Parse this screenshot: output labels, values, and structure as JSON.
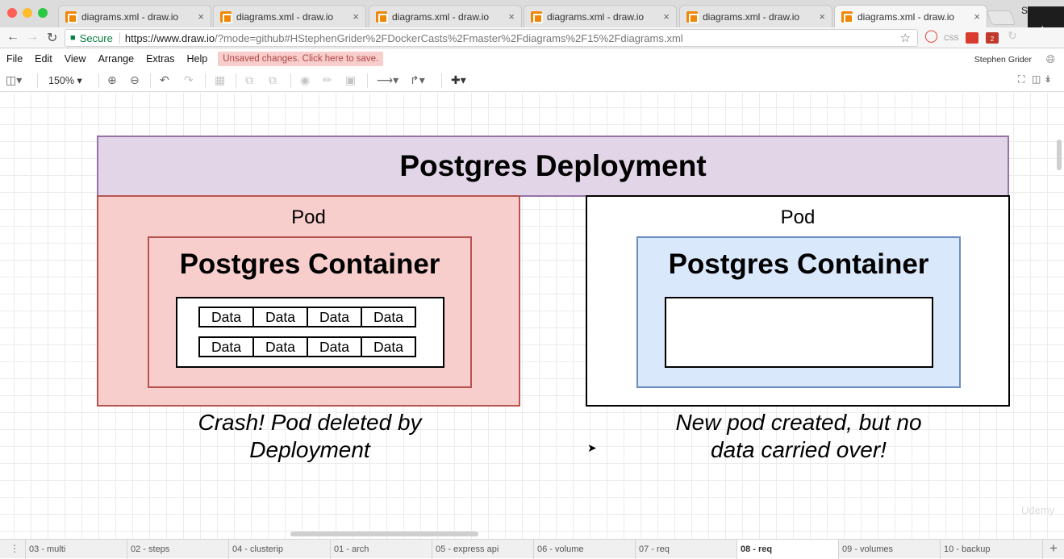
{
  "browser": {
    "tabs": [
      {
        "title": "diagrams.xml - draw.io",
        "active": false
      },
      {
        "title": "diagrams.xml - draw.io",
        "active": false
      },
      {
        "title": "diagrams.xml - draw.io",
        "active": false
      },
      {
        "title": "diagrams.xml - draw.io",
        "active": false
      },
      {
        "title": "diagrams.xml - draw.io",
        "active": false
      },
      {
        "title": "diagrams.xml - draw.io",
        "active": true
      }
    ],
    "tab_close_glyph": "×",
    "profile_letter": "S",
    "secure_label": "Secure",
    "url_host": "https://www.draw.io",
    "url_rest": "/?mode=github#HStephenGrider%2FDockerCasts%2Fmaster%2Fdiagrams%2F15%2Fdiagrams.xml",
    "ext_css_label": "CSS",
    "ext_badge": "2"
  },
  "menubar": {
    "items": [
      "File",
      "Edit",
      "View",
      "Arrange",
      "Extras",
      "Help"
    ],
    "unsaved_notice": "Unsaved changes. Click here to save.",
    "user_name": "Stephen Grider"
  },
  "toolbar": {
    "zoom": "150%"
  },
  "diagram": {
    "deployment_title": "Postgres Deployment",
    "left_pod": {
      "label": "Pod",
      "container_label": "Postgres Container",
      "data_rows": [
        [
          "Data",
          "Data",
          "Data",
          "Data"
        ],
        [
          "Data",
          "Data",
          "Data",
          "Data"
        ]
      ],
      "caption_line1": "Crash! Pod deleted by",
      "caption_line2": "Deployment"
    },
    "right_pod": {
      "label": "Pod",
      "container_label": "Postgres Container",
      "caption_line1": "New pod created, but no",
      "caption_line2": "data carried over!"
    },
    "colors": {
      "deployment_fill": "#e1d5e7",
      "deployment_stroke": "#9673a6",
      "crashed_fill": "#f8cecc",
      "crashed_stroke": "#b85450",
      "new_container_fill": "#dae8fc",
      "new_container_stroke": "#6c8ebf",
      "unsaved_bg": "#f8cecc"
    }
  },
  "watermark": "Udemy",
  "page_tabs": {
    "items": [
      "03 - multi",
      "02 - steps",
      "04 - clusterip",
      "01 - arch",
      "05 - express api",
      "06 - volume",
      "07 - req",
      "08 - req",
      "09 - volumes",
      "10 - backup"
    ],
    "active_index": 7
  },
  "icons": {
    "back": "arrow-left-icon",
    "forward": "arrow-right-icon",
    "reload": "reload-icon",
    "bookmark": "star-icon",
    "format_panel": "format-panel-icon",
    "zoom_in": "zoom-in-icon",
    "zoom_out": "zoom-out-icon",
    "undo": "undo-icon",
    "redo": "redo-icon",
    "delete": "trash-icon",
    "to_front": "to-front-icon",
    "to_back": "to-back-icon",
    "fill": "fill-color-icon",
    "line": "line-color-icon",
    "shadow": "shadow-icon",
    "connection": "connection-arrow-icon",
    "waypoints": "waypoints-icon",
    "insert": "plus-icon",
    "fullscreen": "fullscreen-icon",
    "collapse": "collapse-icon",
    "globe": "globe-icon",
    "add_page": "add-page-icon",
    "pages_menu": "pages-menu-icon"
  }
}
